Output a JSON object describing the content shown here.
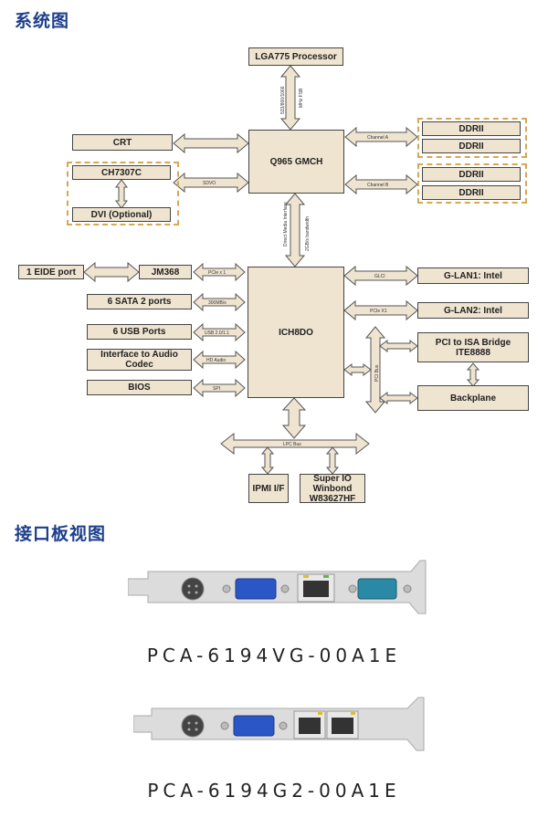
{
  "headings": {
    "system_diagram": "系统图",
    "io_bracket_view": "接口板视图"
  },
  "diagram": {
    "processor": "LGA775 Processor",
    "fsb_label_1": "533/800/1066",
    "fsb_label_2": "MHz FSB",
    "gmch": "Q965 GMCH",
    "crt": "CRT",
    "ch7307c": "CH7307C",
    "dvi": "DVI (Optional)",
    "sdvo": "SDVO",
    "channel_a": "Channel A",
    "channel_b": "Channel B",
    "ddr": [
      "DDRII",
      "DDRII",
      "DDRII",
      "DDRII"
    ],
    "dmi_label_1": "Direct Media Interface",
    "dmi_label_2": "2GB/s bandwidth",
    "ich": "ICH8DO",
    "eide": "1 EIDE port",
    "jm368": "JM368",
    "pcie_x1_left": "PCIe x 1",
    "sata": "6 SATA 2 ports",
    "sata_speed": "300MB/s",
    "usb": "6 USB Ports",
    "usb_label": "USB 2.0/1.1",
    "audio": "Interface to Audio Codec",
    "hd_audio": "HD Audio",
    "bios": "BIOS",
    "spi": "SPI",
    "glci": "GLCI",
    "glan1": "G-LAN1: Intel",
    "pcie_x1_right": "PCIe X1",
    "glan2": "G-LAN2: Intel",
    "pci_bus": "PCI Bus",
    "pci_isa": "PCI to ISA Bridge ITE8888",
    "backplane": "Backplane",
    "lpc_bus": "LPC Bus",
    "ipmi": "IPMI I/F",
    "superio": "Super IO Winbond W83627HF"
  },
  "brackets": [
    {
      "model": "PCA-6194VG-00A1E",
      "ports": [
        "PS/2",
        "VGA",
        "RJ45",
        "COM"
      ]
    },
    {
      "model": "PCA-6194G2-00A1E",
      "ports": [
        "PS/2",
        "VGA",
        "RJ45",
        "RJ45"
      ]
    }
  ]
}
